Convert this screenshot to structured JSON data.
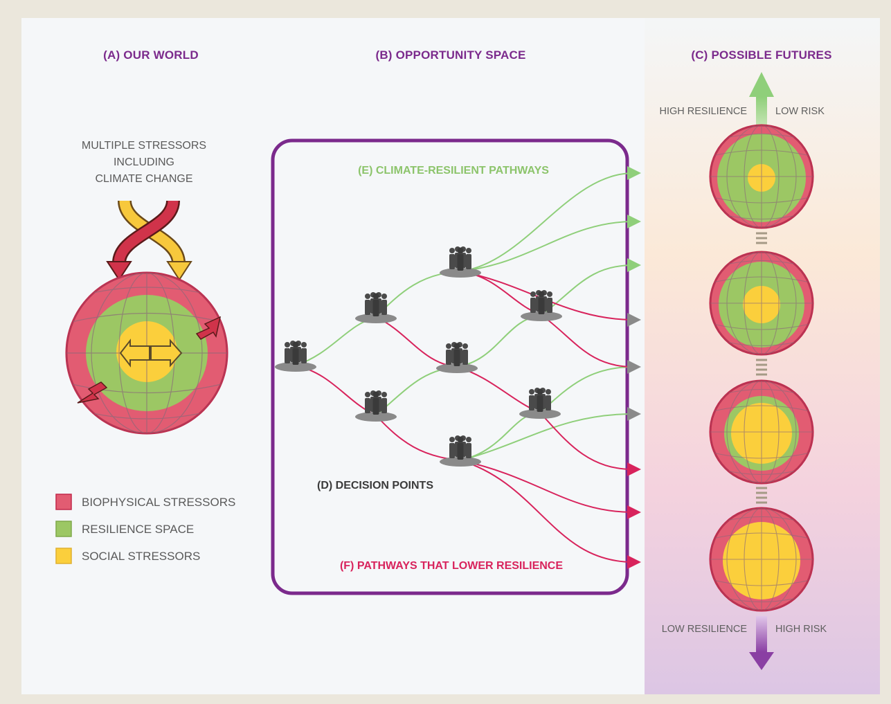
{
  "panels": {
    "world_title": "(A) OUR WORLD",
    "opportunity_title": "(B) OPPORTUNITY SPACE",
    "futures_title": "(C) POSSIBLE FUTURES"
  },
  "stressors_note": [
    "MULTIPLE STRESSORS",
    "INCLUDING",
    "CLIMATE CHANGE"
  ],
  "legend": [
    {
      "label": "BIOPHYSICAL STRESSORS",
      "color": "#e25c72"
    },
    {
      "label": "RESILIENCE SPACE",
      "color": "#9cc764"
    },
    {
      "label": "SOCIAL STRESSORS",
      "color": "#fbcf3c"
    }
  ],
  "pathways": {
    "resilient_label": "(E) CLIMATE-RESILIENT PATHWAYS",
    "lower_label": "(F) PATHWAYS THAT LOWER RESILIENCE",
    "decision_label": "(D) DECISION POINTS"
  },
  "futures": {
    "top_left": "HIGH RESILIENCE",
    "top_right": "LOW RISK",
    "bottom_left": "LOW RESILIENCE",
    "bottom_right": "HIGH RISK"
  },
  "colors": {
    "purple": "#7b2a8c",
    "green_path": "#8fcf7a",
    "red_path": "#d8235c",
    "grey_arrow": "#8a8a8a"
  },
  "icons": {
    "people": "people-group-icon",
    "globe": "globe-icon",
    "arrow_up": "arrow-up-icon",
    "arrow_down": "arrow-down-icon"
  }
}
